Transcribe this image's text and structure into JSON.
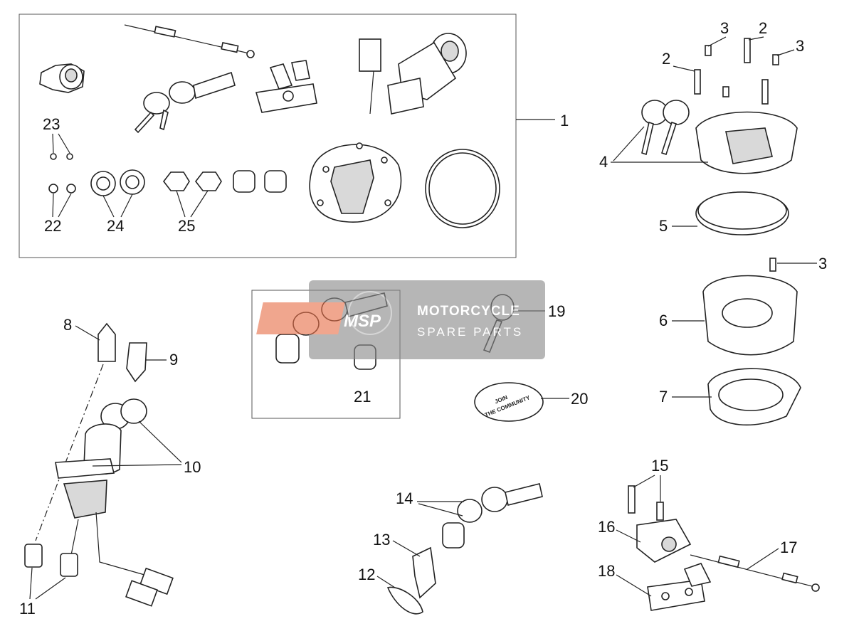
{
  "diagram": {
    "callouts": [
      "1",
      "2",
      "3",
      "4",
      "5",
      "6",
      "7",
      "8",
      "9",
      "10",
      "11",
      "12",
      "13",
      "14",
      "15",
      "16",
      "17",
      "18",
      "19",
      "20",
      "21",
      "22",
      "23",
      "24",
      "25"
    ],
    "kit_labels": {
      "n22": "22",
      "n23": "23",
      "n24": "24",
      "n25": "25"
    }
  },
  "watermark": {
    "logo": "MSP",
    "title": "MOTORCYCLE",
    "subtitle": "SPARE PARTS"
  },
  "sticker": {
    "line1": "JOIN",
    "line2": "THE COMMUNITY"
  },
  "colors": {
    "line": "#222222",
    "watermark_bg": "#8a8a8a",
    "watermark_logo": "#e8704a"
  }
}
